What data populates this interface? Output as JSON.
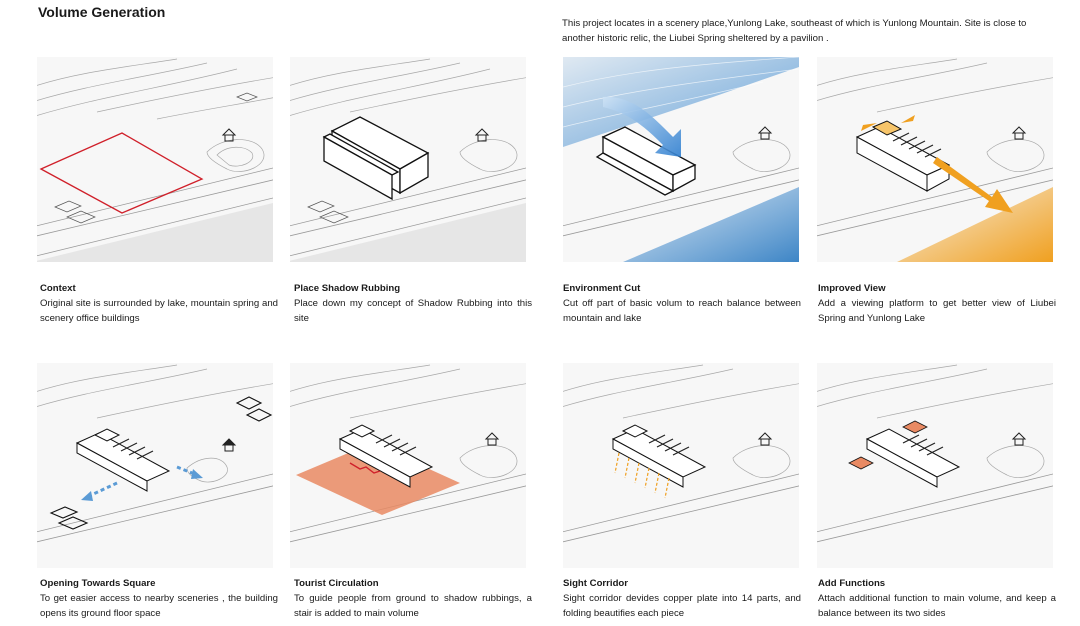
{
  "header": {
    "title": "Volume Generation",
    "intro": "This project locates in a scenery place,Yunlong Lake, southeast of which is Yunlong Mountain. Site is close to another historic relic, the Liubei Spring sheltered by a pavilion ."
  },
  "steps": [
    {
      "title": "Context",
      "desc": "Original site is surrounded by lake, mountain spring and scenery office buildings"
    },
    {
      "title": "Place Shadow Rubbing",
      "desc": "Place down my concept of Shadow Rubbing into this site"
    },
    {
      "title": "Environment Cut",
      "desc": "Cut off part of basic volum to reach balance between mountain and lake"
    },
    {
      "title": "Improved View",
      "desc": "Add a viewing platform to get better view of Liubei Spring and Yunlong Lake"
    },
    {
      "title": "Opening Towards Square",
      "desc": "To get easier access to nearby sceneries , the building opens its ground floor space"
    },
    {
      "title": "Tourist Circulation",
      "desc": "To guide people from ground to shadow rubbings, a stair is added to main volume"
    },
    {
      "title": "Sight Corridor",
      "desc": "Sight corridor devides copper plate into 14 parts, and folding beautifies each piece"
    },
    {
      "title": "Add Functions",
      "desc": "Attach additional function to main volume, and keep a balance between its two sides"
    }
  ],
  "colors": {
    "site_outline": "#d0202a",
    "lake_blue": "#5b9bd5",
    "view_orange": "#f0a020",
    "circulation_salmon": "#e98a63"
  }
}
